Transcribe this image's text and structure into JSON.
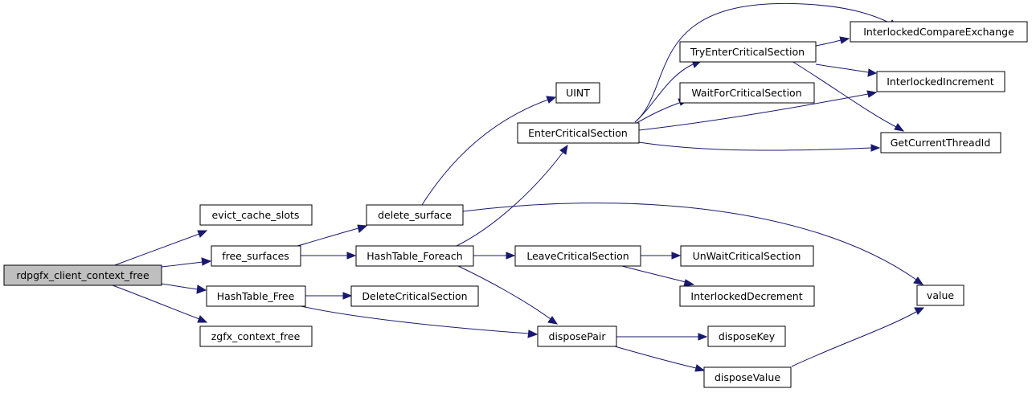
{
  "nodes": {
    "root": "rdpgfx_client_context_free",
    "evict_cache_slots": "evict_cache_slots",
    "free_surfaces": "free_surfaces",
    "hashtable_free": "HashTable_Free",
    "zgfx_context_free": "zgfx_context_free",
    "delete_surface": "delete_surface",
    "hashtable_foreach": "HashTable_Foreach",
    "deletecriticalsection": "DeleteCriticalSection",
    "uint": "UINT",
    "entercriticalsection": "EnterCriticalSection",
    "leavecriticalsection": "LeaveCriticalSection",
    "disposepair": "disposePair",
    "trventercriticalsection": "TryEnterCriticalSection",
    "waitforcriticalsection": "WaitForCriticalSection",
    "unwaitcriticalsection": "UnWaitCriticalSection",
    "interlockeddecrement": "InterlockedDecrement",
    "disposekey": "disposeKey",
    "disposevalue": "disposeValue",
    "interlockedcompareexchange": "InterlockedCompareExchange",
    "interlockedincrement": "InterlockedIncrement",
    "getcurrentthreadid": "GetCurrentThreadId",
    "value": "value"
  },
  "edges": [
    [
      "root",
      "evict_cache_slots"
    ],
    [
      "root",
      "free_surfaces"
    ],
    [
      "root",
      "hashtable_free"
    ],
    [
      "root",
      "zgfx_context_free"
    ],
    [
      "free_surfaces",
      "delete_surface"
    ],
    [
      "free_surfaces",
      "hashtable_foreach"
    ],
    [
      "hashtable_free",
      "deletecriticalsection"
    ],
    [
      "hashtable_free",
      "disposepair"
    ],
    [
      "delete_surface",
      "uint"
    ],
    [
      "delete_surface",
      "value"
    ],
    [
      "hashtable_foreach",
      "entercriticalsection"
    ],
    [
      "hashtable_foreach",
      "leavecriticalsection"
    ],
    [
      "hashtable_foreach",
      "disposepair"
    ],
    [
      "entercriticalsection",
      "trventercriticalsection"
    ],
    [
      "entercriticalsection",
      "waitforcriticalsection"
    ],
    [
      "entercriticalsection",
      "interlockedcompareexchange"
    ],
    [
      "entercriticalsection",
      "interlockedincrement"
    ],
    [
      "entercriticalsection",
      "getcurrentthreadid"
    ],
    [
      "trventercriticalsection",
      "interlockedcompareexchange"
    ],
    [
      "trventercriticalsection",
      "interlockedincrement"
    ],
    [
      "trventercriticalsection",
      "getcurrentthreadid"
    ],
    [
      "leavecriticalsection",
      "unwaitcriticalsection"
    ],
    [
      "leavecriticalsection",
      "interlockeddecrement"
    ],
    [
      "disposepair",
      "disposekey"
    ],
    [
      "disposepair",
      "disposevalue"
    ],
    [
      "disposevalue",
      "value"
    ]
  ]
}
